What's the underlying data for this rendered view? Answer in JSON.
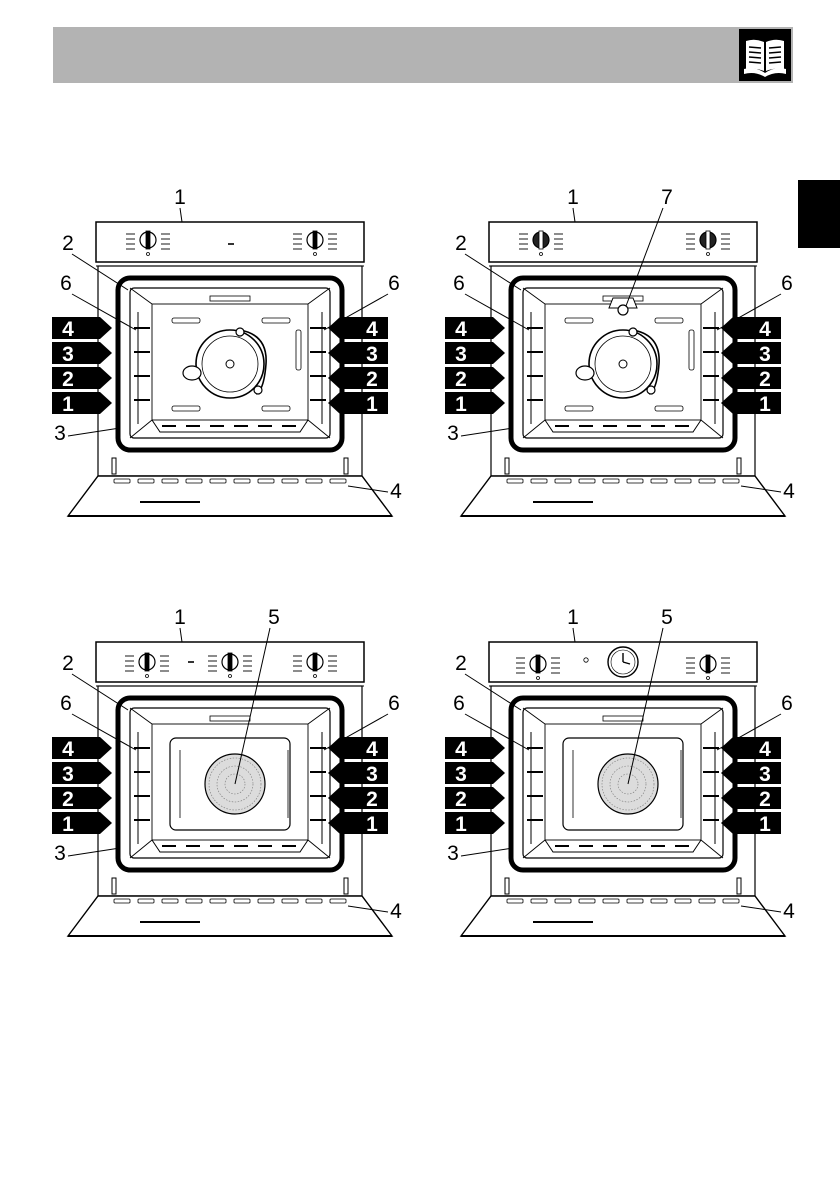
{
  "header": {
    "background": "#b3b3b3",
    "icon": "open-book-icon"
  },
  "side_tab": {
    "color": "#000000"
  },
  "callouts": {
    "control_panel": "1",
    "lamp": "2",
    "gasket": "3",
    "door": "4",
    "fan": "5",
    "side_runners": "6",
    "top_lamp": "7"
  },
  "shelf_levels": [
    "4",
    "3",
    "2",
    "1"
  ],
  "panels": [
    {
      "id": "top-left"
    },
    {
      "id": "top-right"
    },
    {
      "id": "bottom-left"
    },
    {
      "id": "bottom-right"
    }
  ]
}
